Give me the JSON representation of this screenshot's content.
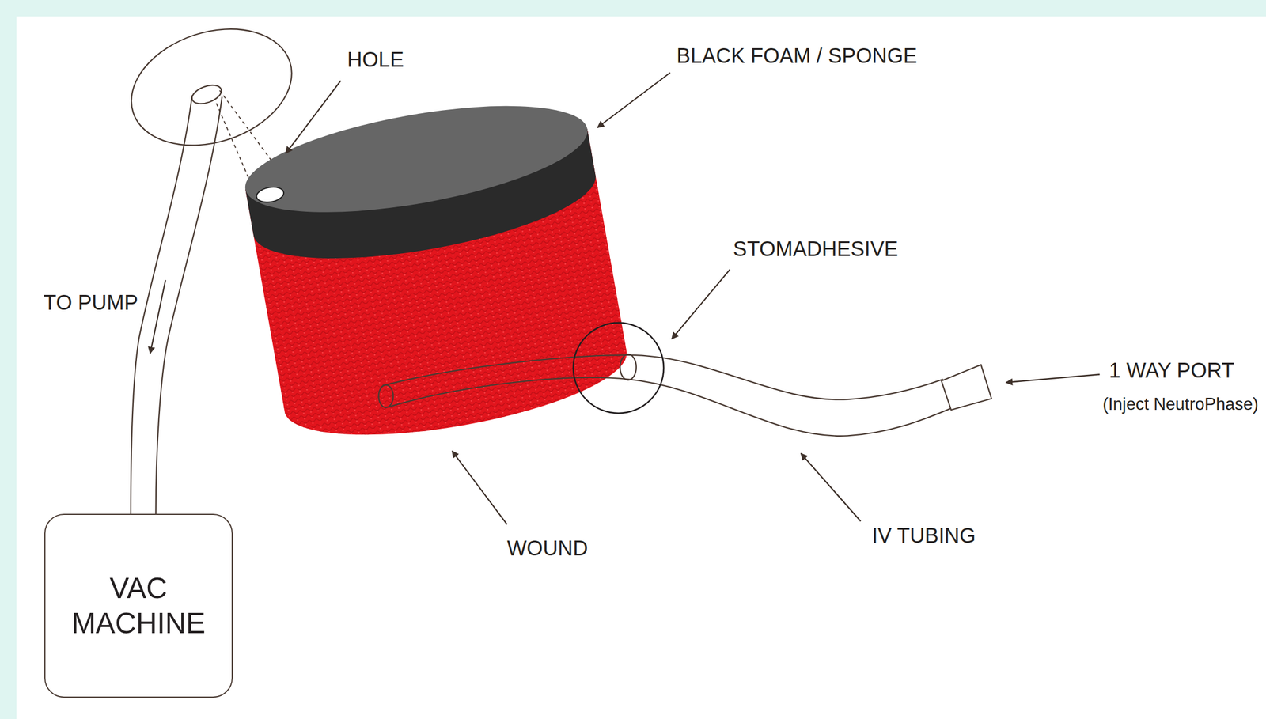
{
  "diagram": {
    "nodes": [
      {
        "text": [
          "VAC MACHINE"
        ]
      }
    ],
    "labels": [
      "HOLE",
      "BLACK FOAM / SPONGE",
      "TO PUMP",
      "STOMADHESIVE",
      "1 WAY PORT",
      "(Inject NeutroPhase)",
      "WOUND",
      "IV TUBING"
    ]
  }
}
